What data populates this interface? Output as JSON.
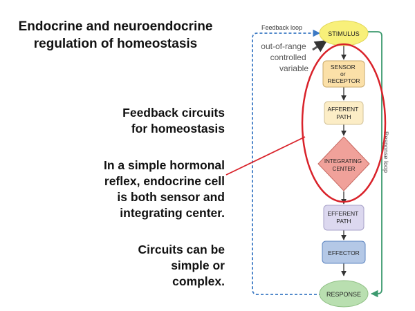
{
  "title": {
    "lines": [
      "Endocrine and neuroendocrine",
      "regulation of homeostasis"
    ]
  },
  "bullets": {
    "feedback_circuits": [
      "Feedback circuits",
      "for homeostasis"
    ],
    "simple_reflex": [
      "In a simple hormonal",
      "reflex, endocrine cell",
      "is both sensor and",
      "integrating center."
    ],
    "circuits_simple": [
      "Circuits can be",
      "simple or",
      "complex."
    ]
  },
  "diagram": {
    "feedback_loop_label": "Feedback loop",
    "response_loop_label": "Response loop",
    "annotation_lines": [
      "out-of-range",
      "controlled",
      "variable"
    ],
    "stimulus": "STIMULUS",
    "sensor_lines": [
      "SENSOR",
      "or",
      "RECEPTOR"
    ],
    "afferent_lines": [
      "AFFERENT",
      "PATH"
    ],
    "integrating_lines": [
      "INTEGRATING",
      "CENTER"
    ],
    "efferent_lines": [
      "EFFERENT",
      "PATH"
    ],
    "effector": "EFFECTOR",
    "response": "RESPONSE"
  },
  "colors": {
    "stimulus_fill": "#f8f07a",
    "sensor_fill": "#fbe0a8",
    "afferent_fill": "#fcedc6",
    "integrating_fill": "#f0a19a",
    "efferent_fill": "#dcd8ef",
    "effector_fill": "#b4c8e6",
    "response_fill": "#b9dfb0",
    "feedback_loop": "#3b79c4",
    "response_loop": "#3d9a6f",
    "highlight_ellipse": "#d9222a"
  }
}
